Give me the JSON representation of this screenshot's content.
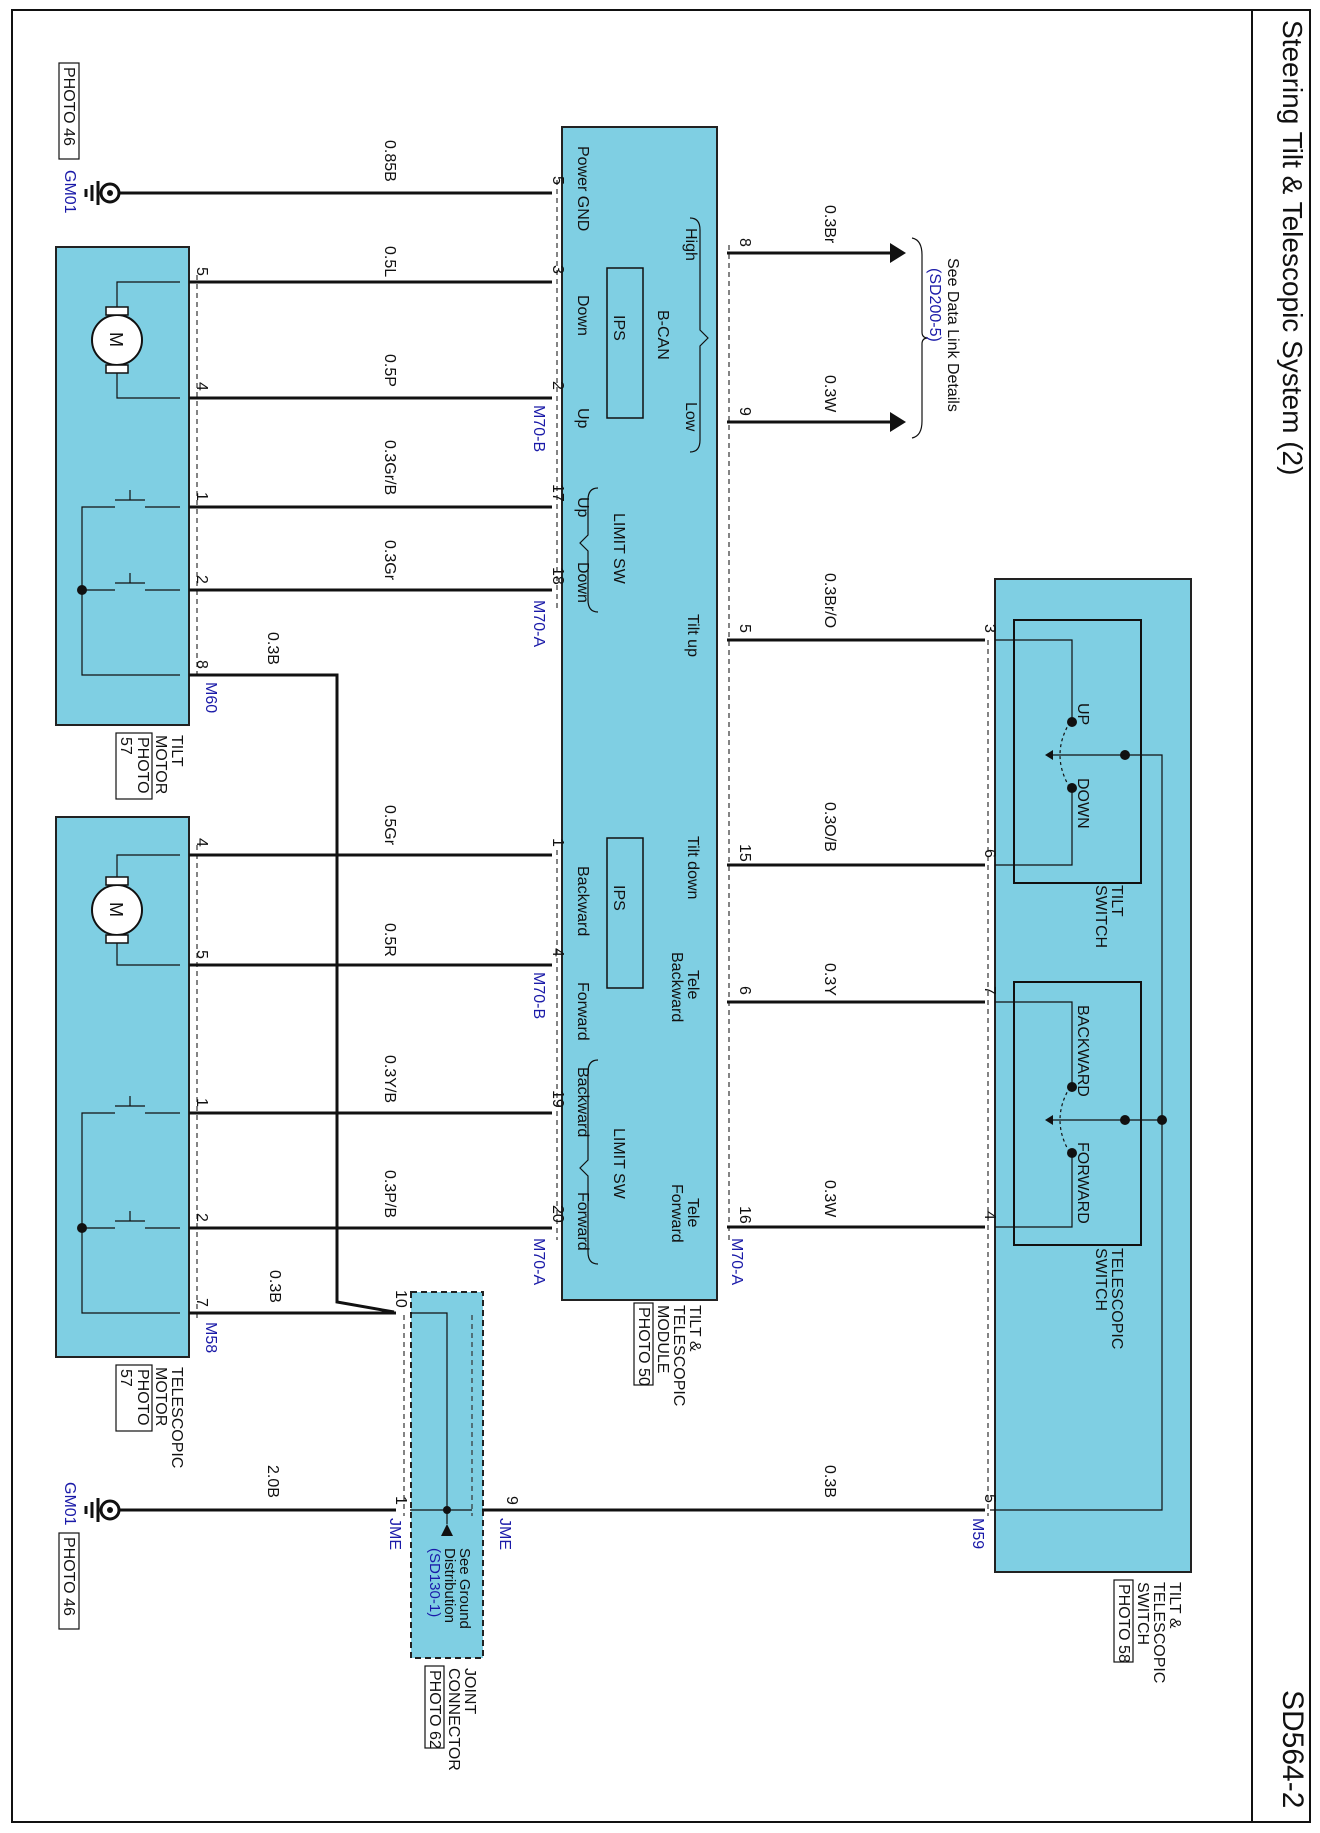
{
  "header": {
    "title": "Steering Tilt & Telescopic System (2)",
    "page_code": "SD564-2"
  },
  "components": {
    "module": {
      "name_lines": [
        "TILT &",
        "TELESCOPIC",
        "MODULE"
      ],
      "photo": "PHOTO 50",
      "pins_b_left": {
        "power_gnd": "Power GND",
        "down": "Down",
        "up": "Up",
        "backward": "Backward",
        "forward": "Forward"
      },
      "ips": "IPS",
      "bcan": "B-CAN",
      "high": "High",
      "low": "Low",
      "limit_sw": "LIMIT SW",
      "limit_up": "Up",
      "limit_down": "Down",
      "limit_backward": "Backward",
      "limit_forward": "Forward",
      "tilt_up": "Tilt up",
      "tilt_down": "Tilt down",
      "tele_backward": [
        "Tele",
        "Backward"
      ],
      "tele_forward": [
        "Tele",
        "Forward"
      ],
      "connectors": {
        "m70b": "M70-B",
        "m70a": "M70-A"
      }
    },
    "tilt_motor": {
      "name_lines": [
        "TILT",
        "MOTOR"
      ],
      "photo": "PHOTO",
      "photo_num": "57",
      "connector": "M60",
      "motor": "M"
    },
    "tele_motor": {
      "name_lines": [
        "TELESCOPIC",
        "MOTOR"
      ],
      "photo": "PHOTO",
      "photo_num": "57",
      "connector": "M58",
      "motor": "M"
    },
    "switch": {
      "name_lines": [
        "TILT &",
        "TELESCOPIC",
        "SWITCH"
      ],
      "photo": "PHOTO 58",
      "connector": "M59",
      "tilt_switch": [
        "TILT",
        "SWITCH"
      ],
      "tele_switch": [
        "TELESCOPIC",
        "SWITCH"
      ],
      "up": "UP",
      "down": "DOWN",
      "backward": "BACKWARD",
      "forward": "FORWARD"
    },
    "joint": {
      "name_lines": [
        "JOINT",
        "CONNECTOR"
      ],
      "photo": "PHOTO 62",
      "connector": "JME",
      "see_lines": [
        "See Ground",
        "Distribution"
      ],
      "see_ref": "(SD130-1)"
    },
    "ground_top": {
      "id": "GM01",
      "photo": "PHOTO 46"
    },
    "ground_bottom": {
      "id": "GM01",
      "photo": "PHOTO 46"
    },
    "data_link": {
      "lines": [
        "See Data Link Details"
      ],
      "ref": "(SD200-5)"
    }
  },
  "wires": {
    "gnd_top": "0.85B",
    "down": "0.5L",
    "up": "0.5P",
    "limit_up": "0.3Gr/B",
    "limit_down": "0.3Gr",
    "tilt_motor_8": "0.3B",
    "backward": "0.5Gr",
    "forward": "0.5R",
    "limit_back": "0.3Y/B",
    "limit_fwd": "0.3P/B",
    "tele_motor_7": "0.3B",
    "gnd_bottom": "2.0B",
    "can_high": "0.3Br",
    "can_low": "0.3W",
    "tilt_up": "0.3Br/O",
    "tilt_down": "0.3O/B",
    "tele_back": "0.3Y",
    "tele_fwd": "0.3W",
    "switch_gnd": "0.3B"
  },
  "pins": {
    "p5": "5",
    "p3": "3",
    "p2": "2",
    "p17": "17",
    "p18": "18",
    "p1": "1",
    "p4": "4",
    "p19": "19",
    "p20": "20",
    "p8": "8",
    "p9": "9",
    "p15": "15",
    "p6": "6",
    "p16": "16",
    "p7": "7",
    "p10": "10"
  }
}
